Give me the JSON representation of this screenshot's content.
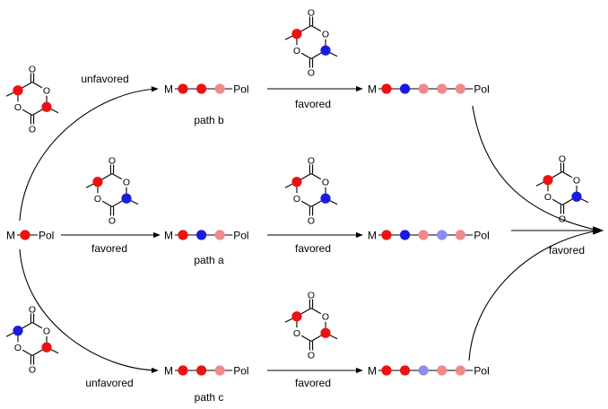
{
  "colors": {
    "red": "#ee1111",
    "blue": "#1b1be0",
    "pink": "#f08a8a",
    "lavender": "#8c8cf0",
    "ink": "#000000"
  },
  "atoms": {
    "M": "M",
    "Pol": "Pol",
    "O": "O"
  },
  "path_labels": {
    "a": "path a",
    "b": "path b",
    "c": "path c"
  },
  "arrow_labels": {
    "favored": "favored",
    "unfavored": "unfavored"
  },
  "monomers": {
    "meso_top_left": [
      "red",
      "red"
    ],
    "racemic_center": [
      "red",
      "blue"
    ],
    "meso_bottom_left": [
      "blue",
      "red"
    ],
    "racemic_top": [
      "red",
      "blue"
    ],
    "racemic_mid": [
      "red",
      "blue"
    ],
    "meso_bottom_mid": [
      "red",
      "red"
    ],
    "racemic_right": [
      "red",
      "blue"
    ]
  },
  "chains": {
    "start": [
      "red"
    ],
    "path_b_1": [
      "red",
      "red",
      "pink"
    ],
    "path_b_2": [
      "red",
      "blue",
      "pink",
      "pink",
      "pink"
    ],
    "path_a_1": [
      "red",
      "blue",
      "pink"
    ],
    "path_a_2": [
      "red",
      "blue",
      "pink",
      "lavender",
      "pink"
    ],
    "path_c_1": [
      "red",
      "red",
      "pink"
    ],
    "path_c_2": [
      "red",
      "red",
      "lavender",
      "pink",
      "pink"
    ]
  }
}
